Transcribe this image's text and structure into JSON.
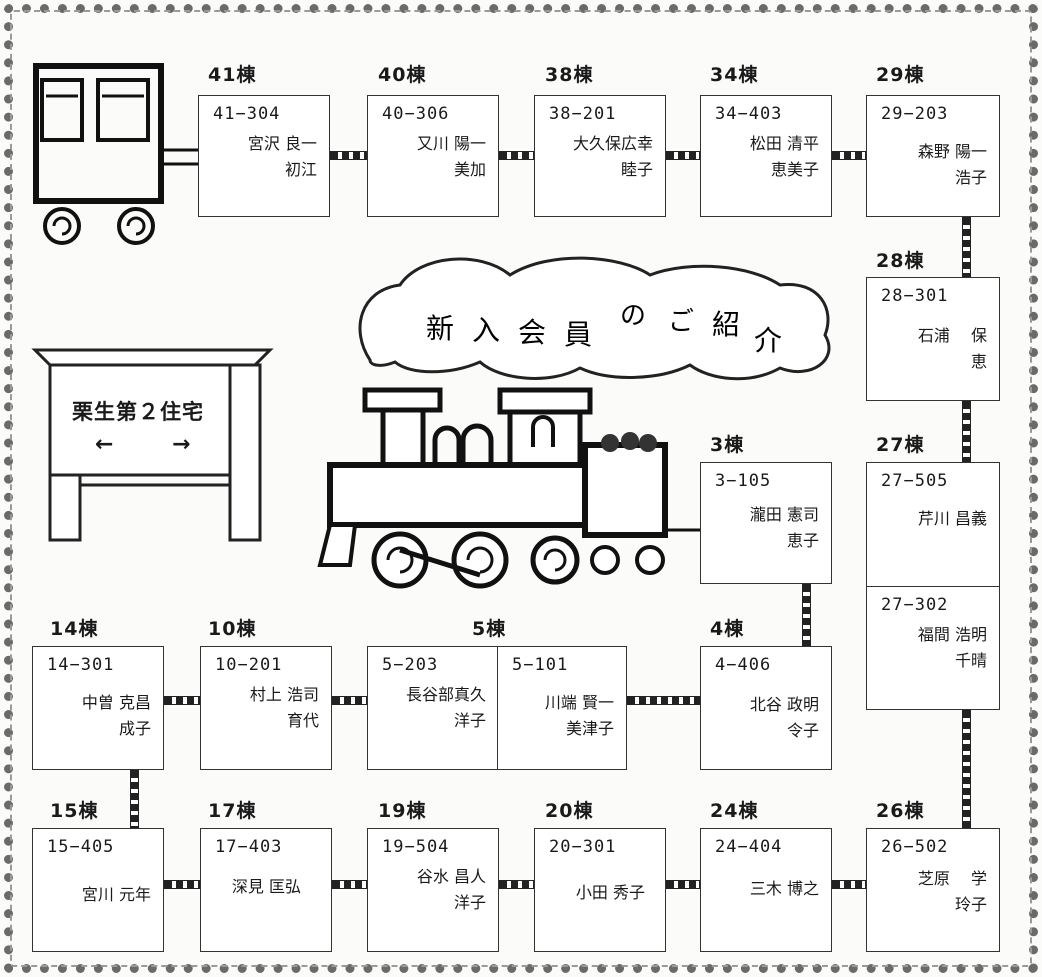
{
  "title_chars": [
    "新",
    "入",
    "会",
    "員",
    "の",
    "ご",
    "紹",
    "介"
  ],
  "sign": {
    "title": "栗生第２住宅",
    "arrow_left": "←",
    "arrow_right": "→"
  },
  "buildings": {
    "b41": {
      "label": "41棟",
      "room": "41−304",
      "line1": "宮沢 良一",
      "line2": "初江"
    },
    "b40": {
      "label": "40棟",
      "room": "40−306",
      "line1": "又川 陽一",
      "line2": "美加"
    },
    "b38": {
      "label": "38棟",
      "room": "38−201",
      "line1": "大久保広幸",
      "line2": "睦子"
    },
    "b34": {
      "label": "34棟",
      "room": "34−403",
      "line1": "松田 清平",
      "line2": "恵美子"
    },
    "b29": {
      "label": "29棟",
      "room": "29−203",
      "line1": "森野 陽一",
      "line2": "浩子"
    },
    "b28": {
      "label": "28棟",
      "room": "28−301",
      "line1": "石浦　 保",
      "line2": "恵"
    },
    "b27": {
      "label": "27棟",
      "room_a": "27−505",
      "line_a": "芹川 昌義",
      "room_b": "27−302",
      "line_b1": "福間 浩明",
      "line_b2": "千晴"
    },
    "b3": {
      "label": "3棟",
      "room": "3−105",
      "line1": "瀧田 憲司",
      "line2": "恵子"
    },
    "b14": {
      "label": "14棟",
      "room": "14−301",
      "line1": "中曽 克昌",
      "line2": "成子"
    },
    "b10": {
      "label": "10棟",
      "room": "10−201",
      "line1": "村上 浩司",
      "line2": "育代"
    },
    "b5": {
      "label": "5棟",
      "room_a": "5−203",
      "line_a1": "長谷部真久",
      "line_a2": "洋子",
      "room_b": "5−101",
      "line_b1": "川端 賢一",
      "line_b2": "美津子"
    },
    "b4": {
      "label": "4棟",
      "room": "4−406",
      "line1": "北谷 政明",
      "line2": "令子"
    },
    "b15": {
      "label": "15棟",
      "room": "15−405",
      "line1": "宮川 元年"
    },
    "b17": {
      "label": "17棟",
      "room": "17−403",
      "line1": "深見 匡弘"
    },
    "b19": {
      "label": "19棟",
      "room": "19−504",
      "line1": "谷水 昌人",
      "line2": "洋子"
    },
    "b20": {
      "label": "20棟",
      "room": "20−301",
      "line1": "小田 秀子"
    },
    "b24": {
      "label": "24棟",
      "room": "24−404",
      "line1": "三木 博之"
    },
    "b26": {
      "label": "26棟",
      "room": "26−502",
      "line1": "芝原　 学",
      "line2": "玲子"
    }
  }
}
